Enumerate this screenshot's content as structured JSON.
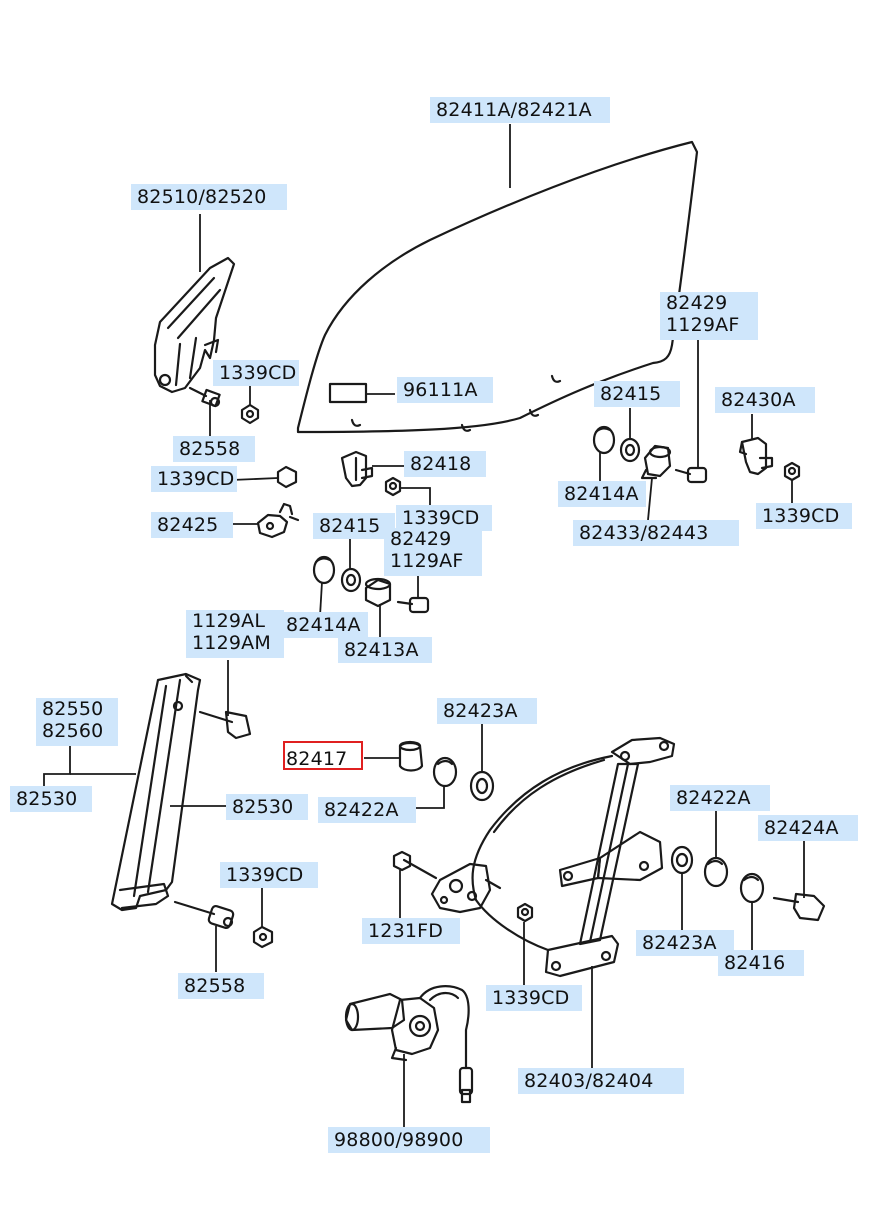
{
  "diagram": {
    "highlight_color": "#e02020",
    "label_background": "#cfe6fb",
    "labels": [
      {
        "id": "glass",
        "text": "82411A/82421A"
      },
      {
        "id": "channel-top",
        "text": "82510/82520"
      },
      {
        "id": "nut-1",
        "text": "1339CD"
      },
      {
        "id": "bolt-1",
        "text": "82558"
      },
      {
        "id": "nut-2",
        "text": "1339CD"
      },
      {
        "id": "clip",
        "text": "82425"
      },
      {
        "id": "label-sticker",
        "text": "96111A"
      },
      {
        "id": "bracket",
        "text": "82418"
      },
      {
        "id": "nut-3",
        "text": "1339CD"
      },
      {
        "id": "bushing-1",
        "text": "82415"
      },
      {
        "id": "bolt-set-1",
        "text": "82429\n1129AF"
      },
      {
        "id": "cap-1",
        "text": "82414A"
      },
      {
        "id": "holder",
        "text": "82413A"
      },
      {
        "id": "bolt-set-right",
        "text": "82429\n1129AF"
      },
      {
        "id": "bushing-right",
        "text": "82415"
      },
      {
        "id": "cap-right",
        "text": "82414A"
      },
      {
        "id": "holder-right",
        "text": "82433/82443"
      },
      {
        "id": "bracket-right",
        "text": "82430A"
      },
      {
        "id": "nut-right",
        "text": "1339CD"
      },
      {
        "id": "bolt-2",
        "text": "1129AL\n1129AM"
      },
      {
        "id": "channel-a",
        "text": "82550\n82560"
      },
      {
        "id": "channel-b",
        "text": "82530"
      },
      {
        "id": "channel-c",
        "text": "82530"
      },
      {
        "id": "roller",
        "text": "82417"
      },
      {
        "id": "washer-1",
        "text": "82423A"
      },
      {
        "id": "spacer-1",
        "text": "82422A"
      },
      {
        "id": "nut-4",
        "text": "1339CD"
      },
      {
        "id": "bolt-3",
        "text": "82558"
      },
      {
        "id": "screw",
        "text": "1231FD"
      },
      {
        "id": "nut-5",
        "text": "1339CD"
      },
      {
        "id": "spacer-2",
        "text": "82422A"
      },
      {
        "id": "bolt-4",
        "text": "82424A"
      },
      {
        "id": "washer-2",
        "text": "82423A"
      },
      {
        "id": "roller-2",
        "text": "82416"
      },
      {
        "id": "regulator",
        "text": "82403/82404"
      },
      {
        "id": "motor",
        "text": "98800/98900"
      }
    ]
  }
}
